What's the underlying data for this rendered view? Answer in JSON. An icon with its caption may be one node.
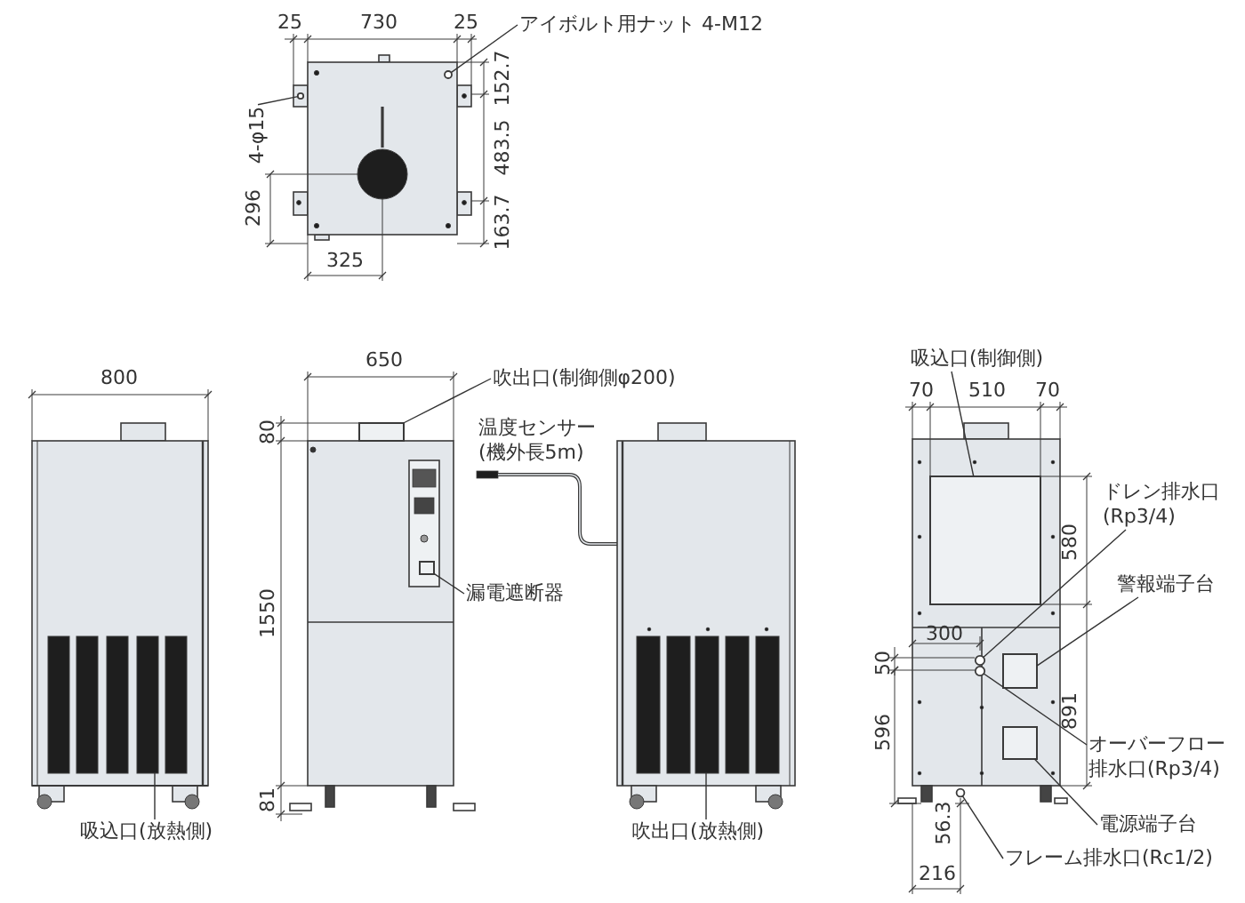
{
  "diagram": {
    "nodes": [
      {
        "text": [
          "アイボルト用ナット 4-M12"
        ]
      },
      {
        "text": [],
        "shape": "circle"
      },
      {
        "text": [
          "4-φ15"
        ]
      },
      {
        "text": [],
        "shape": "circle"
      },
      {
        "text": [
          "吹出口(制御側φ200)"
        ]
      },
      {
        "text": [],
        "shape": "box"
      },
      {
        "text": [
          "漏電遮断器"
        ]
      },
      {
        "text": [],
        "shape": "box"
      },
      {
        "text": [
          "吸込口(放熱側)"
        ]
      },
      {
        "text": [],
        "shape": "box"
      },
      {
        "text": [
          "吹出口(放熱側)"
        ]
      },
      {
        "text": [],
        "shape": "box"
      },
      {
        "text": [
          "吸込口(制御側)"
        ]
      },
      {
        "text": [],
        "shape": "box"
      },
      {
        "text": [
          "ドレン排水口(Rp3/4)"
        ]
      },
      {
        "text": [],
        "shape": "circle"
      },
      {
        "text": [
          "警報端子台"
        ]
      },
      {
        "text": [],
        "shape": "box"
      },
      {
        "text": [
          "オーバーフロー排水口(Rp3/4)"
        ]
      },
      {
        "text": [],
        "shape": "circle"
      },
      {
        "text": [
          "電源端子台"
        ]
      },
      {
        "text": [],
        "shape": "box"
      },
      {
        "text": [
          "フレーム排水口(Rc1/2)"
        ]
      },
      {
        "text": [],
        "shape": "circle"
      }
    ],
    "edges": [
      {
        "from": 0,
        "to": 1,
        "arrow": "none"
      },
      {
        "from": 2,
        "to": 3,
        "arrow": "none"
      },
      {
        "from": 4,
        "to": 5,
        "arrow": "none"
      },
      {
        "from": 6,
        "to": 7,
        "arrow": "none"
      },
      {
        "from": 8,
        "to": 9,
        "arrow": "none"
      },
      {
        "from": 10,
        "to": 11,
        "arrow": "none"
      },
      {
        "from": 12,
        "to": 13,
        "arrow": "none"
      },
      {
        "from": 14,
        "to": 15,
        "arrow": "none"
      },
      {
        "from": 16,
        "to": 17,
        "arrow": "none"
      },
      {
        "from": 18,
        "to": 19,
        "arrow": "none"
      },
      {
        "from": 20,
        "to": 21,
        "arrow": "none"
      },
      {
        "from": 22,
        "to": 23,
        "arrow": "none"
      }
    ],
    "labels": [
      "25",
      "730",
      "25",
      "152.7",
      "483.5",
      "296",
      "163.7",
      "325",
      "800",
      "650",
      "80",
      "温度センサー(機外長5m)",
      "1550",
      "81",
      "70",
      "510",
      "70",
      "580",
      "300",
      "50",
      "891",
      "596",
      "56.3",
      "216"
    ]
  }
}
